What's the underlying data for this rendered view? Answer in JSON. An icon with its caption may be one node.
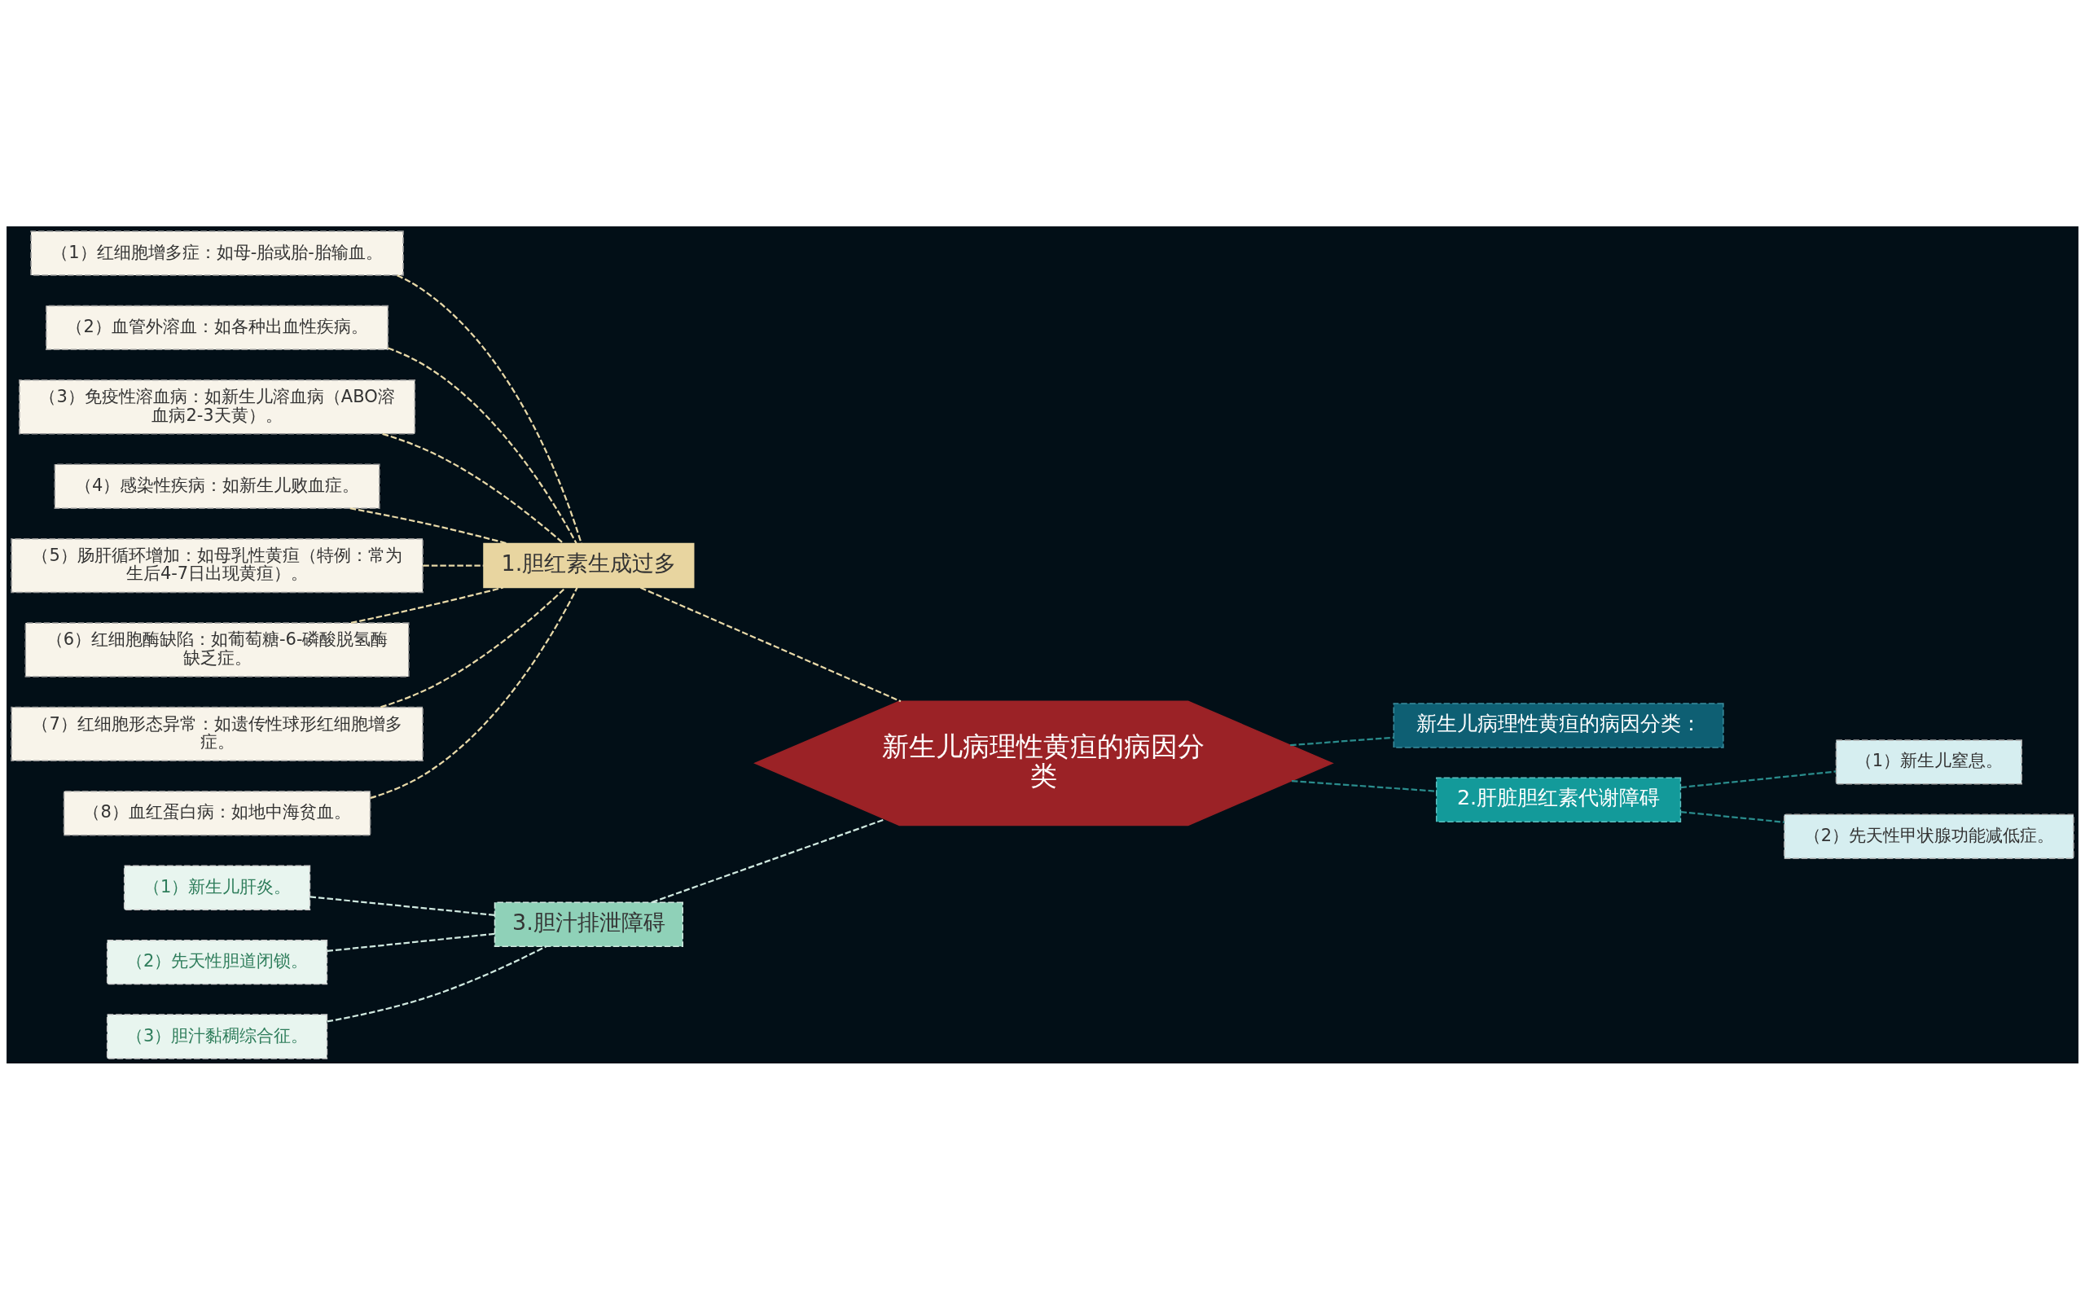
{
  "diagram": {
    "nodes": [
      {
        "text": [
          "新生儿病理性黄疸的病因分类"
        ]
      },
      {
        "text": [
          "1.胆红素生成过多"
        ]
      },
      {
        "text": [
          "（1）红细胞增多症：如母-胎或胎-胎输血。"
        ]
      },
      {
        "text": [
          "（2）血管外溶血：如各种出血性疾病。"
        ]
      },
      {
        "text": [
          "（3）免疫性溶血病：如新生儿溶血病（ABO溶血病2-3天黄）。"
        ]
      },
      {
        "text": [
          "（4）感染性疾病：如新生儿败血症。"
        ]
      },
      {
        "text": [
          "（5）肠肝循环增加：如母乳性黄疸（特例：常为生后4-7日出现黄疸）。"
        ]
      },
      {
        "text": [
          "（6）红细胞酶缺陷：如葡萄糖-6-磷酸脱氢酶缺乏症。"
        ]
      },
      {
        "text": [
          "（7）红细胞形态异常：如遗传性球形红细胞增多症。"
        ]
      },
      {
        "text": [
          "（8）血红蛋白病：如地中海贫血。"
        ]
      },
      {
        "text": [
          "3.胆汁排泄障碍"
        ]
      },
      {
        "text": [
          "（1）新生儿肝炎。"
        ]
      },
      {
        "text": [
          "（2）先天性胆道闭锁。"
        ]
      },
      {
        "text": [
          "（3）胆汁黏稠综合征。"
        ]
      },
      {
        "text": [
          "新生儿病理性黄疸的病因分类："
        ]
      },
      {
        "text": [
          "2.肝脏胆红素代谢障碍"
        ]
      },
      {
        "text": [
          "（1）新生儿窒息。"
        ]
      },
      {
        "text": [
          "（2）先天性甲状腺功能减低症。"
        ]
      }
    ],
    "edges": [
      {
        "from": 1,
        "to": 0,
        "arrow": "none",
        "style": "dashed"
      },
      {
        "from": 2,
        "to": 1,
        "arrow": "none",
        "style": "dashed"
      },
      {
        "from": 3,
        "to": 1,
        "arrow": "none",
        "style": "dashed"
      },
      {
        "from": 4,
        "to": 1,
        "arrow": "none",
        "style": "dashed"
      },
      {
        "from": 5,
        "to": 1,
        "arrow": "none",
        "style": "dashed"
      },
      {
        "from": 6,
        "to": 1,
        "arrow": "none",
        "style": "dashed"
      },
      {
        "from": 7,
        "to": 1,
        "arrow": "none",
        "style": "dashed"
      },
      {
        "from": 8,
        "to": 1,
        "arrow": "none",
        "style": "dashed"
      },
      {
        "from": 9,
        "to": 1,
        "arrow": "none",
        "style": "dashed"
      },
      {
        "from": 10,
        "to": 0,
        "arrow": "none",
        "style": "dashed",
        "color": "#cfe8df"
      },
      {
        "from": 11,
        "to": 10,
        "arrow": "none",
        "style": "dashed",
        "color": "#cfe8df"
      },
      {
        "from": 12,
        "to": 10,
        "arrow": "none",
        "style": "dashed",
        "color": "#cfe8df"
      },
      {
        "from": 13,
        "to": 10,
        "arrow": "none",
        "style": "dashed",
        "color": "#cfe8df"
      },
      {
        "from": 0,
        "to": 14,
        "arrow": "none",
        "style": "dashed",
        "color": "#2a8c8c"
      },
      {
        "from": 0,
        "to": 15,
        "arrow": "none",
        "style": "dashed",
        "color": "#2a8c8c"
      },
      {
        "from": 15,
        "to": 16,
        "arrow": "none",
        "style": "dashed",
        "color": "#2a8c8c"
      },
      {
        "from": 15,
        "to": 17,
        "arrow": "none",
        "style": "dashed",
        "color": "#2a8c8c"
      }
    ]
  }
}
